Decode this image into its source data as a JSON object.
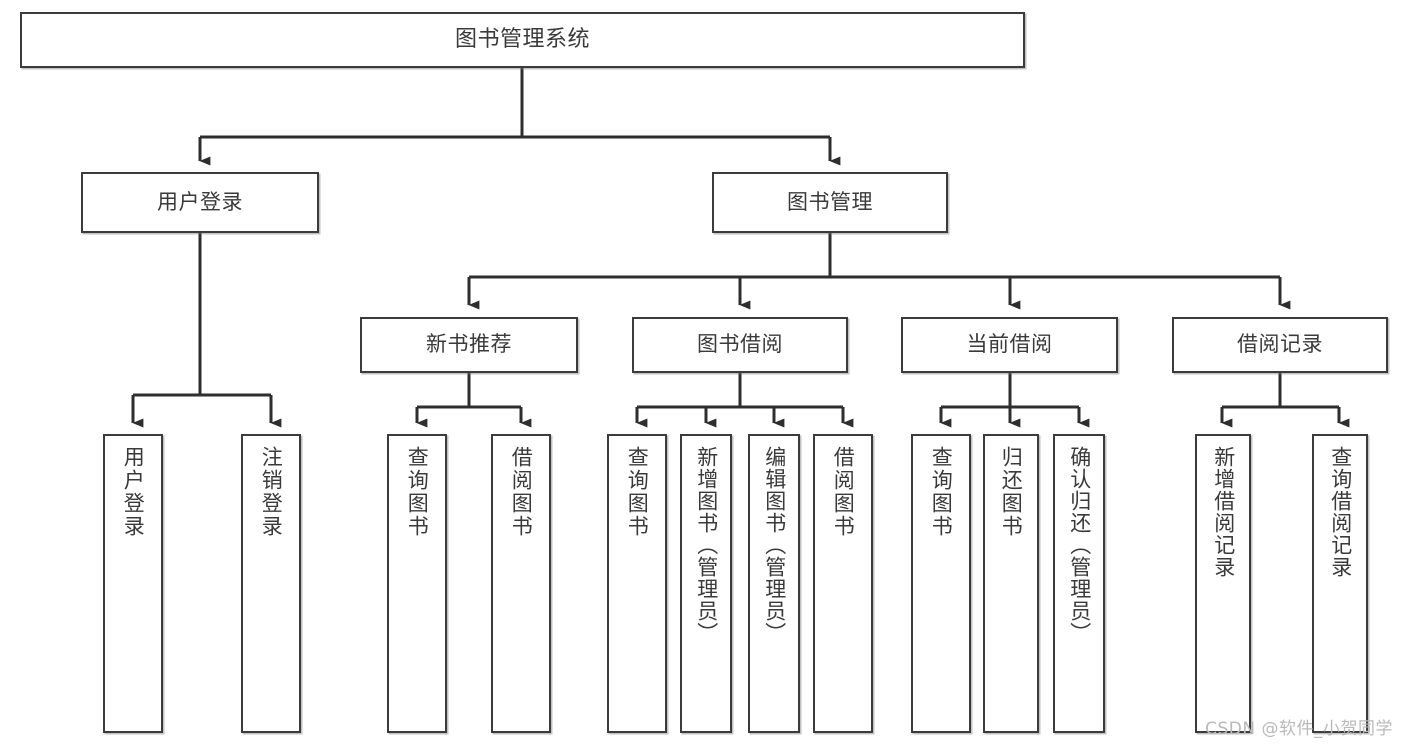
{
  "diagram": {
    "title": "图书管理系统",
    "watermark": "CSDN @软件_小贺同学",
    "colors": {
      "border": "#3b3b3b",
      "text": "#3a3a3a",
      "background": "#ffffff",
      "connector": "#2e2e2e",
      "watermark": "#b9b9b9"
    },
    "nodes": {
      "root": {
        "label": "图书管理系统"
      },
      "level2": [
        {
          "label": "用户登录"
        },
        {
          "label": "图书管理"
        }
      ],
      "level3": [
        {
          "label": "新书推荐"
        },
        {
          "label": "图书借阅"
        },
        {
          "label": "当前借阅"
        },
        {
          "label": "借阅记录"
        }
      ],
      "leaves": {
        "user_login": [
          {
            "label": "用户登录"
          },
          {
            "label": "注销登录"
          }
        ],
        "new_book": [
          {
            "label": "查询图书"
          },
          {
            "label": "借阅图书"
          }
        ],
        "book_borrow": [
          {
            "label": "查询图书"
          },
          {
            "label": "新增图书（管理员）"
          },
          {
            "label": "编辑图书（管理员）"
          },
          {
            "label": "借阅图书"
          }
        ],
        "current_borrow": [
          {
            "label": "查询图书"
          },
          {
            "label": "归还图书"
          },
          {
            "label": "确认归还（管理员）"
          }
        ],
        "borrow_record": [
          {
            "label": "新增借阅记录"
          },
          {
            "label": "查询借阅记录"
          }
        ]
      }
    }
  }
}
